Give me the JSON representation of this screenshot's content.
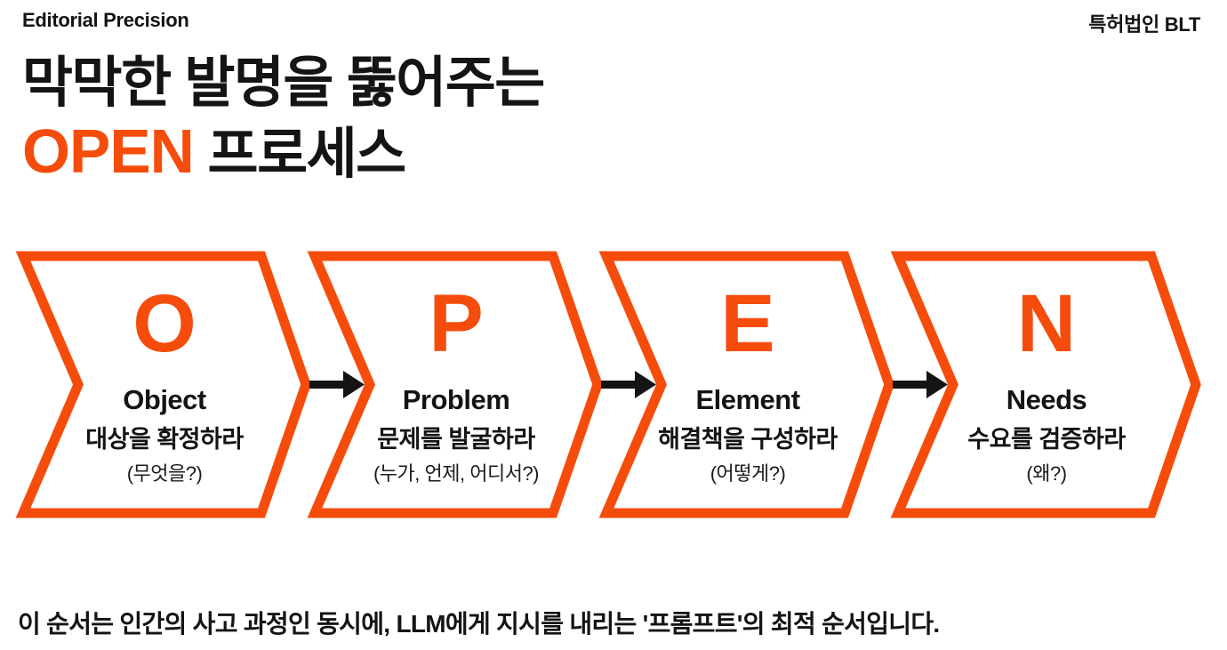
{
  "header": {
    "left": "Editorial Precision",
    "right": "특허법인 BLT"
  },
  "title": {
    "line1": "막막한 발명을 뚫어주는",
    "line2_accent": "OPEN",
    "line2_rest": "프로세스"
  },
  "steps": [
    {
      "letter": "O",
      "name": "Object",
      "subtitle": "대상을 확정하라",
      "hint": "(무엇을?)"
    },
    {
      "letter": "P",
      "name": "Problem",
      "subtitle": "문제를 발굴하라",
      "hint": "(누가, 언제, 어디서?)"
    },
    {
      "letter": "E",
      "name": "Element",
      "subtitle": "해결책을 구성하라",
      "hint": "(어떻게?)"
    },
    {
      "letter": "N",
      "name": "Needs",
      "subtitle": "수요를 검증하라",
      "hint": "(왜?)"
    }
  ],
  "footer": {
    "text": "이 순서는 인간의 사고 과정인 동시에, LLM에게 지시를 내리는 '프롬프트'의 최적 순서입니다."
  },
  "icons": {
    "between_steps": "arrow-right-icon"
  },
  "colors": {
    "accent": "#F54C0C",
    "text": "#141414",
    "background": "#FFFFFF"
  }
}
